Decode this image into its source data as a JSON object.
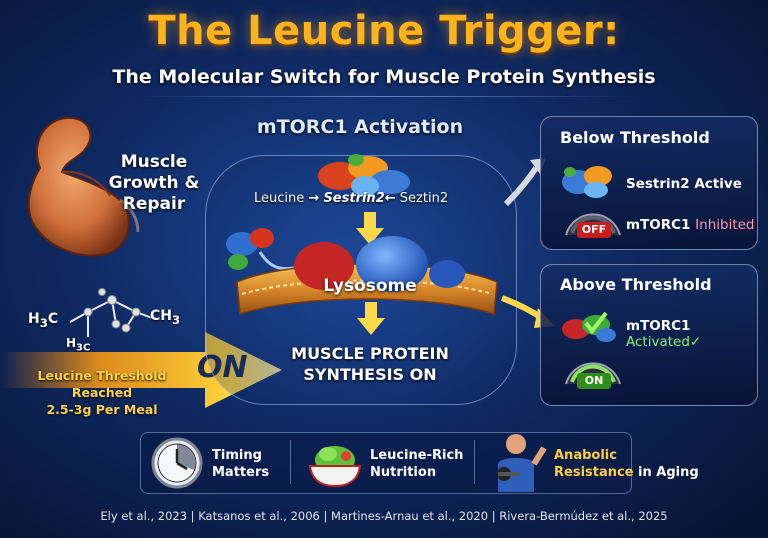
{
  "title": "The Leucine Trigger:",
  "subtitle": "The Molecular Switch for Muscle Protein Synthesis",
  "left": {
    "muscle_label": "Muscle Growth & Repair",
    "chem": {
      "h3c": "H",
      "h3c_sub": "3",
      "h3c_c": "C",
      "ch3": "CH",
      "ch3_sub": "3",
      "h3c_bottom": "H",
      "h3c_bottom_sub": "3C"
    },
    "threshold_line1": "Leucine Threshold Reached",
    "threshold_line2": "2.5-3g Per Meal",
    "on_mark": "ON"
  },
  "center": {
    "heading": "mTORC1 Activation",
    "leucine": "Leucine",
    "arrow_right": "→",
    "sestrin_center": "Sestrin2",
    "arrow_left": "←",
    "sestrin_right": "Seztin2",
    "lysosome": "Lysosome",
    "mps_line1": "MUSCLE PROTEIN",
    "mps_line2": "SYNTHESIS ON"
  },
  "below_panel": {
    "title": "Below Threshold",
    "sestrin": "Sestrin2 Active",
    "mtorc": "mTORC1",
    "state": "Inhibited",
    "switch": "OFF"
  },
  "above_panel": {
    "title": "Above Threshold",
    "mtorc": "mTORC1",
    "state": "Activated",
    "check": "✓",
    "switch": "ON"
  },
  "bottom": {
    "timing_1": "Timing",
    "timing_2": "Matters",
    "nutrition_1": "Leucine-Rich",
    "nutrition_2": "Nutrition",
    "anabolic_1": "Anabolic",
    "anabolic_2a": "Resistance",
    "anabolic_2b": " in Aging"
  },
  "citations": "Ely et al., 2023  |  Katsanos et al., 2006  |  Martines-Arnau et al., 2020  |  Rivera-Bermúdez et al., 2025",
  "colors": {
    "title": "#ffb31a",
    "off_badge": "#c81d1d",
    "on_badge": "#2f8f1a",
    "inhibited": "#ff9bb0",
    "activated": "#8ef078"
  }
}
